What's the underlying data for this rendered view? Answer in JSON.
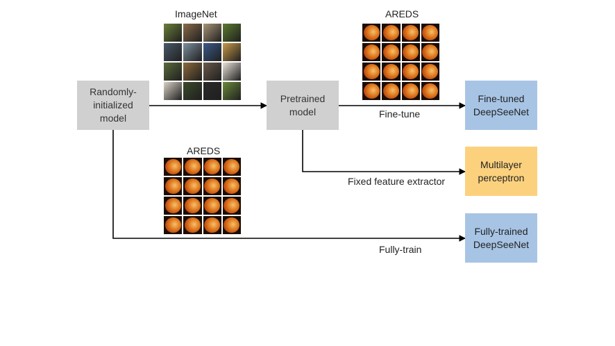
{
  "nodes": {
    "random_model": "Randomly-\ninitialized\nmodel",
    "pretrained_model": "Pretrained\nmodel",
    "fine_tuned": "Fine-tuned\nDeepSeeNet",
    "mlp": "Multilayer\nperceptron",
    "fully_trained": "Fully-trained\nDeepSeeNet"
  },
  "datasets": {
    "imagenet_title": "ImageNet",
    "areds_top_title": "AREDS",
    "areds_bottom_title": "AREDS"
  },
  "edges": {
    "fine_tune": "Fine-tune",
    "fixed_feature": "Fixed feature extractor",
    "fully_train": "Fully-train"
  },
  "colors": {
    "gray": "#d0d0d0",
    "blue": "#a7c4e5",
    "orange": "#fcd17e"
  },
  "imagenet_tiles": [
    "#6b7f3a",
    "#8a6a4a",
    "#a89478",
    "#5c7a2e",
    "#4a5a6a",
    "#7d8f9e",
    "#3c5a8a",
    "#c79a4a",
    "#5a6b3c",
    "#8c6a3c",
    "#6a5a4a",
    "#e8e2d8",
    "#d8d0c4",
    "#3a4a2a",
    "#2a2a2a",
    "#6a8a3a"
  ]
}
